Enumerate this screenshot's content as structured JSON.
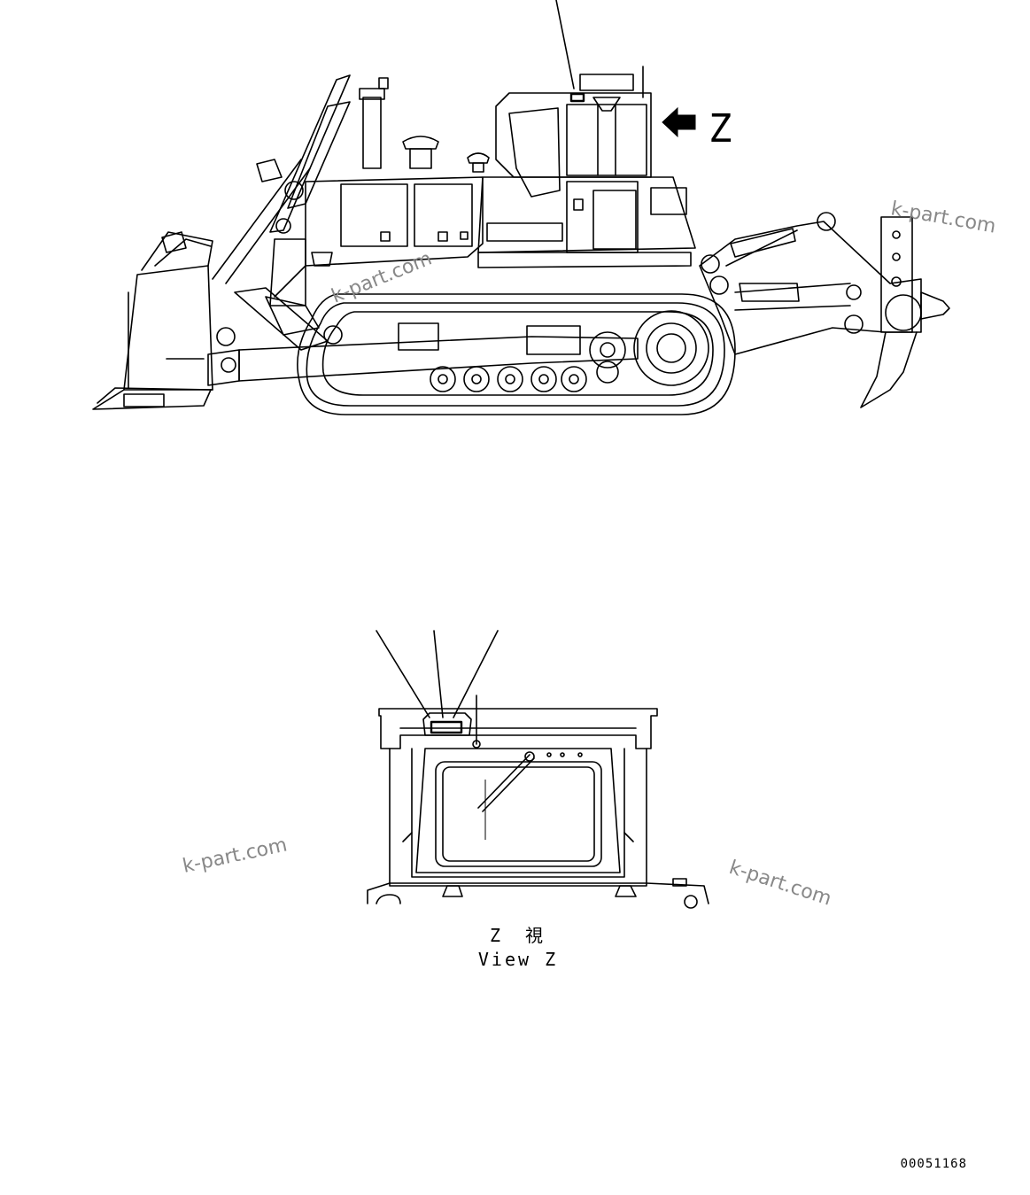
{
  "drawing": {
    "view_letter": "Z",
    "view_caption_jp": "Z　視",
    "view_caption_en": "View Z",
    "drawing_number": "00051168",
    "watermark": "k-part.com"
  },
  "colors": {
    "line": "#000000",
    "watermark": "#888888",
    "background": "#ffffff"
  },
  "icons": {
    "view_arrow": "left-arrow-icon"
  }
}
